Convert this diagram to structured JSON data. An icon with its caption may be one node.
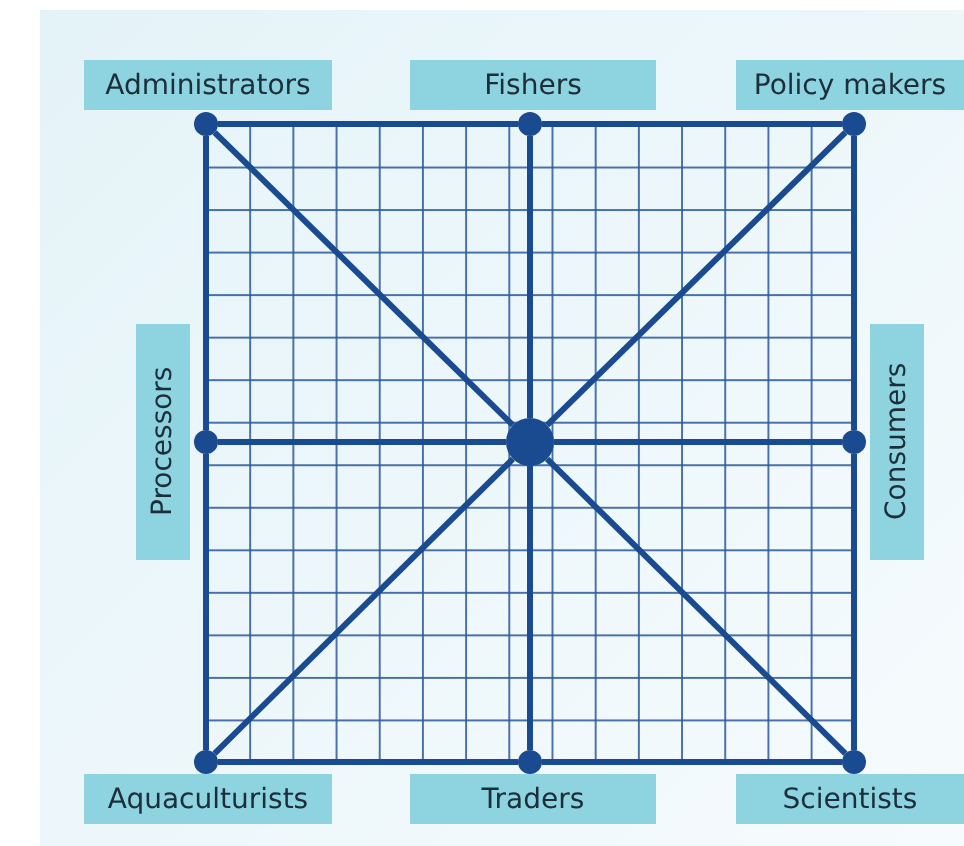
{
  "diagram": {
    "nodes": [
      {
        "text": [
          "Administrators"
        ]
      },
      {
        "text": [
          "Fishers"
        ]
      },
      {
        "text": [
          "Policy makers"
        ]
      },
      {
        "text": [
          "Processors"
        ]
      },
      {
        "text": [
          "Consumers"
        ]
      },
      {
        "text": [
          "Aquaculturists"
        ]
      },
      {
        "text": [
          "Traders"
        ]
      },
      {
        "text": [
          "Scientists"
        ]
      },
      {
        "text": [],
        "shape": "circle"
      },
      {
        "text": [],
        "shape": "circle"
      },
      {
        "text": [],
        "shape": "circle"
      },
      {
        "text": [],
        "shape": "circle"
      },
      {
        "text": [],
        "shape": "circle"
      },
      {
        "text": [],
        "shape": "circle"
      },
      {
        "text": [],
        "shape": "circle"
      },
      {
        "text": [],
        "shape": "circle"
      },
      {
        "text": [],
        "shape": "circle"
      }
    ],
    "edges": [
      {
        "from": 8,
        "to": 9,
        "arrow": "none"
      },
      {
        "from": 9,
        "to": 10,
        "arrow": "none"
      },
      {
        "from": 10,
        "to": 13,
        "arrow": "none"
      },
      {
        "from": 13,
        "to": 16,
        "arrow": "none"
      },
      {
        "from": 16,
        "to": 15,
        "arrow": "none"
      },
      {
        "from": 15,
        "to": 14,
        "arrow": "none"
      },
      {
        "from": 14,
        "to": 11,
        "arrow": "none"
      },
      {
        "from": 11,
        "to": 8,
        "arrow": "none"
      },
      {
        "from": 12,
        "to": 8,
        "arrow": "none"
      },
      {
        "from": 12,
        "to": 9,
        "arrow": "none"
      },
      {
        "from": 12,
        "to": 10,
        "arrow": "none"
      },
      {
        "from": 12,
        "to": 11,
        "arrow": "none"
      },
      {
        "from": 12,
        "to": 13,
        "arrow": "none"
      },
      {
        "from": 12,
        "to": 14,
        "arrow": "none"
      },
      {
        "from": 12,
        "to": 15,
        "arrow": "none"
      },
      {
        "from": 12,
        "to": 16,
        "arrow": "none"
      }
    ]
  }
}
